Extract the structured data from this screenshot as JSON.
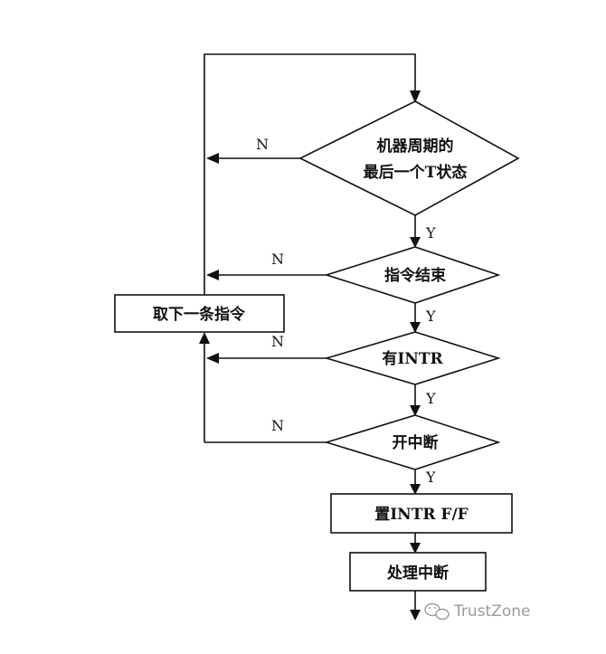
{
  "nodes": {
    "decision_machine_cycle": {
      "line1": "机器周期的",
      "line2": "最后一个T状态"
    },
    "decision_instruction_end": {
      "label": "指令结束"
    },
    "decision_intr": {
      "label": "有INTR"
    },
    "decision_interrupt_enabled": {
      "label": "开中断"
    },
    "process_fetch_next": {
      "label": "取下一条指令"
    },
    "process_set_intr": {
      "label": "置INTR F/F"
    },
    "process_handle_interrupt": {
      "label": "处理中断"
    }
  },
  "branches": {
    "yes": "Y",
    "no": "N"
  },
  "watermark": {
    "text": "TrustZone",
    "icon": "wechat-icon"
  }
}
